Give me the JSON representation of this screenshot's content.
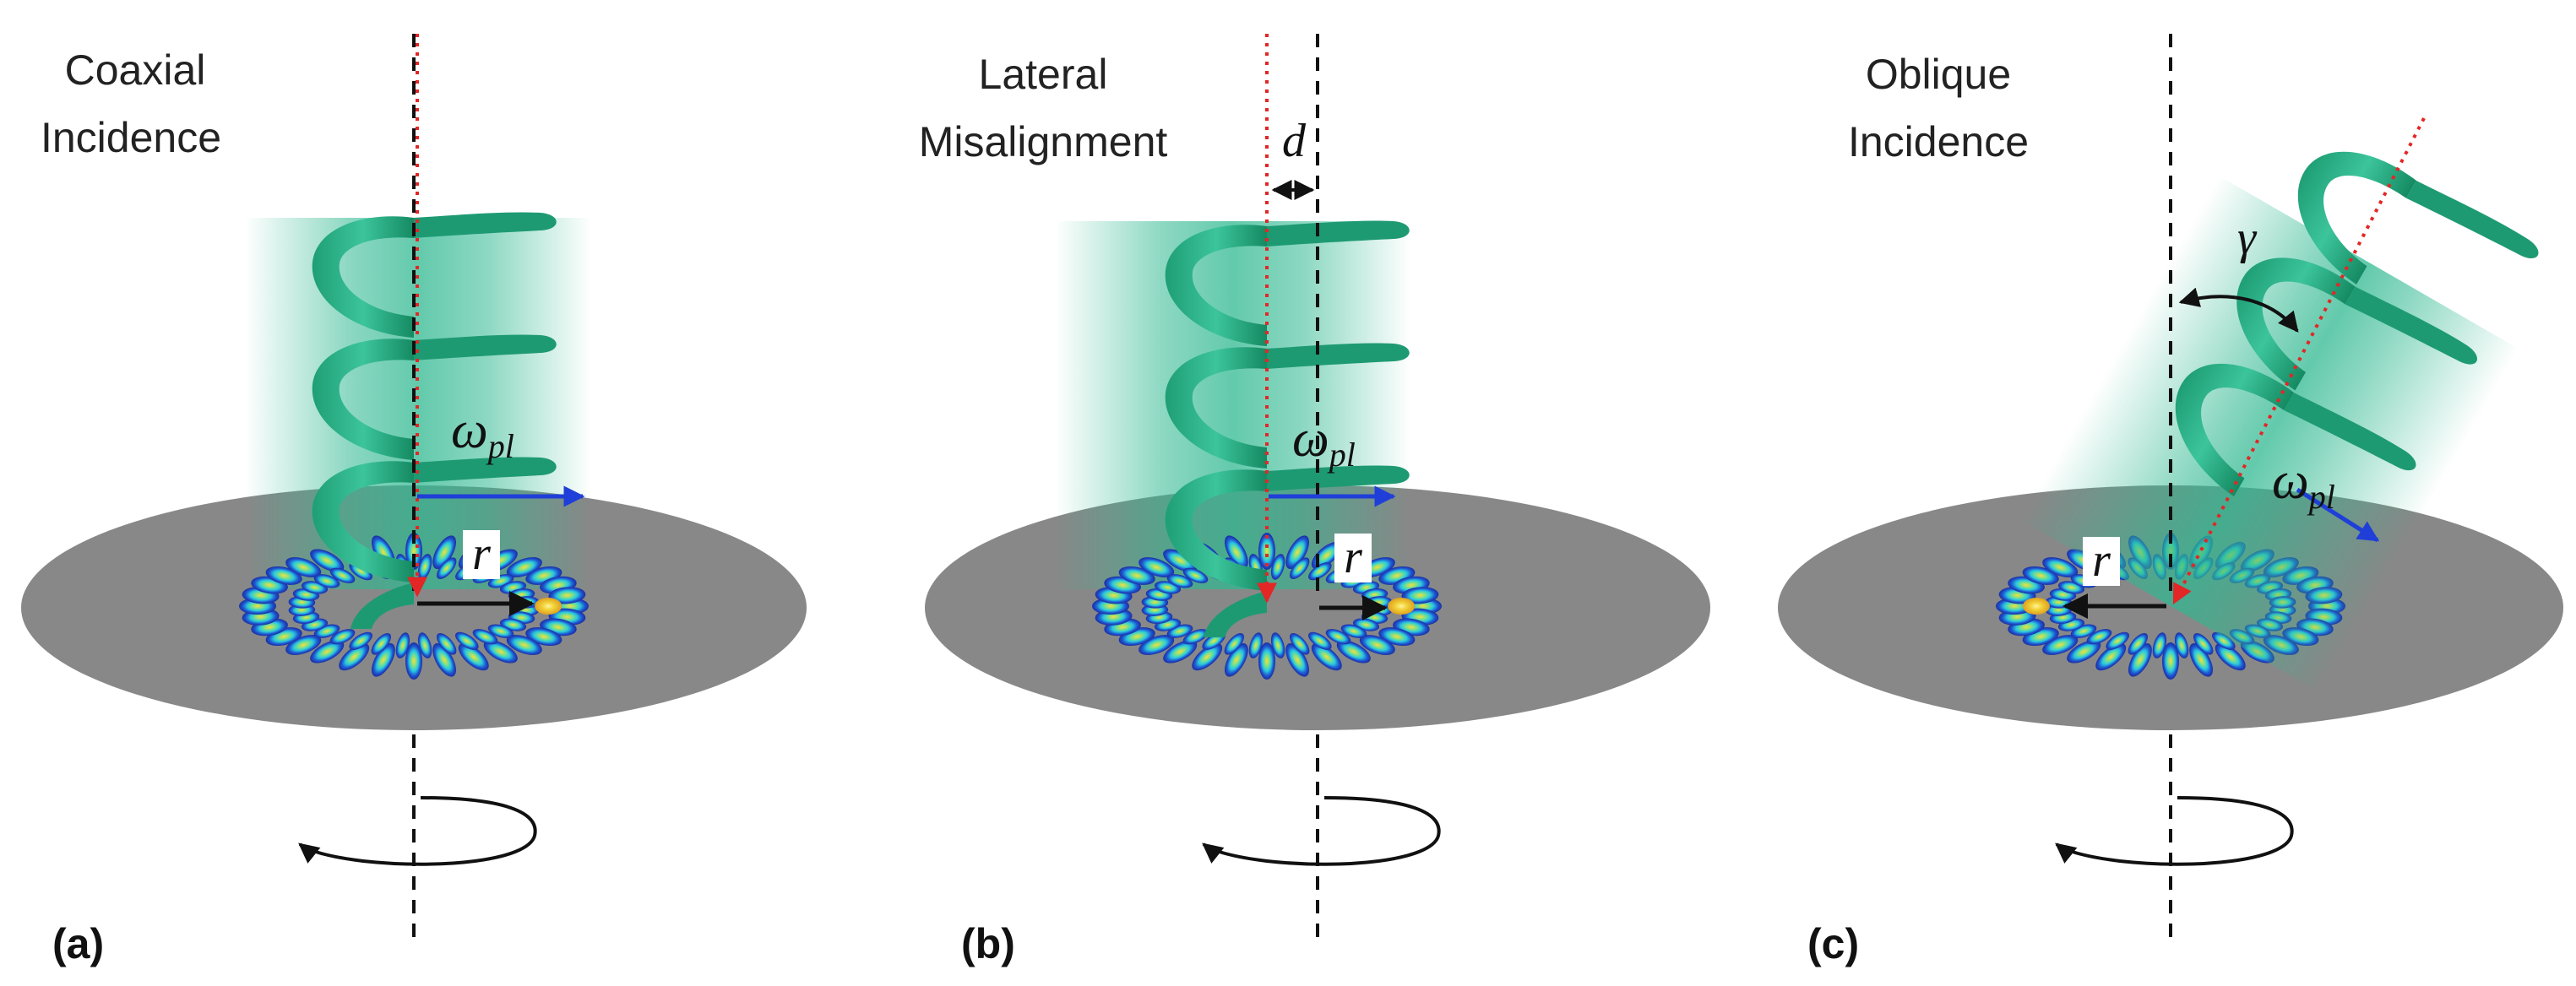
{
  "panels": [
    {
      "id": "a",
      "title_lines": [
        "Coaxial",
        "Incidence"
      ],
      "label": "(a)",
      "omega": "ω",
      "omega_sub": "pl",
      "radius_symbol": "r"
    },
    {
      "id": "b",
      "title_lines": [
        "Lateral",
        "Misalignment"
      ],
      "label": "(b)",
      "omega": "ω",
      "omega_sub": "pl",
      "radius_symbol": "r",
      "offset_symbol": "d"
    },
    {
      "id": "c",
      "title_lines": [
        "Oblique",
        "Incidence"
      ],
      "label": "(c)",
      "omega": "ω",
      "omega_sub": "pl",
      "radius_symbol": "r",
      "angle_symbol": "γ"
    }
  ],
  "colors": {
    "beam": "#2fb890",
    "beam_dark": "#17885f",
    "disk": "#888888",
    "beam_axis": "#e32626",
    "rotation_axis": "#111111",
    "omega_arrow": "#1f3fd8",
    "ring_outer": "#1a2ea0",
    "ring_mid": "#28c8e0",
    "ring_inner": "#f2d43a"
  },
  "icons": [
    "rotation-arrow-icon",
    "omega-arrow-icon",
    "radius-arrow-icon",
    "offset-arrow-icon",
    "angle-arrow-icon"
  ]
}
